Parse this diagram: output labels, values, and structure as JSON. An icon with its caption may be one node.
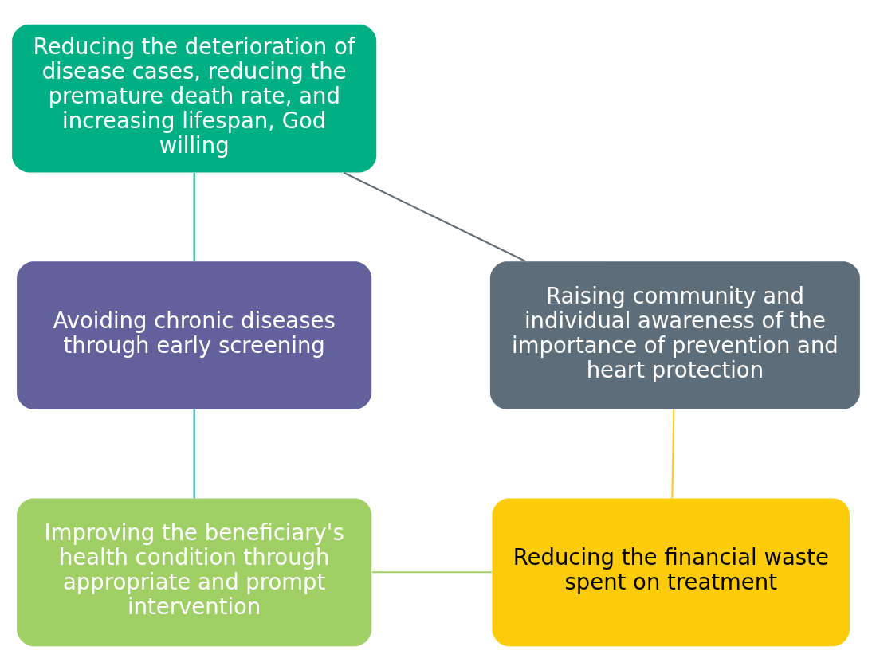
{
  "diagram": {
    "nodes": [
      {
        "text": [
          "Reducing the deterioration of disease cases, reducing the premature death rate, and increasing lifespan, God willing"
        ]
      },
      {
        "text": [
          "Raising community and individual awareness of the importance of prevention and heart protection"
        ]
      },
      {
        "text": [
          "Avoiding chronic diseases through early screening"
        ]
      },
      {
        "text": [
          "Reducing the financial waste spent on treatment"
        ]
      },
      {
        "text": [
          "Improving the beneficiary's health condition through appropriate and prompt intervention"
        ]
      }
    ],
    "edges": [
      {
        "from": 0,
        "to": 2,
        "arrow": "none",
        "color": "#00b084"
      },
      {
        "from": 2,
        "to": 4,
        "arrow": "none",
        "color": "#1aa3b8"
      },
      {
        "from": 4,
        "to": 3,
        "arrow": "none",
        "color": "#a0cf66"
      },
      {
        "from": 3,
        "to": 1,
        "arrow": "none",
        "color": "#fccc0a"
      },
      {
        "from": 1,
        "to": 0,
        "arrow": "none",
        "color": "#5f6e7a"
      }
    ]
  }
}
